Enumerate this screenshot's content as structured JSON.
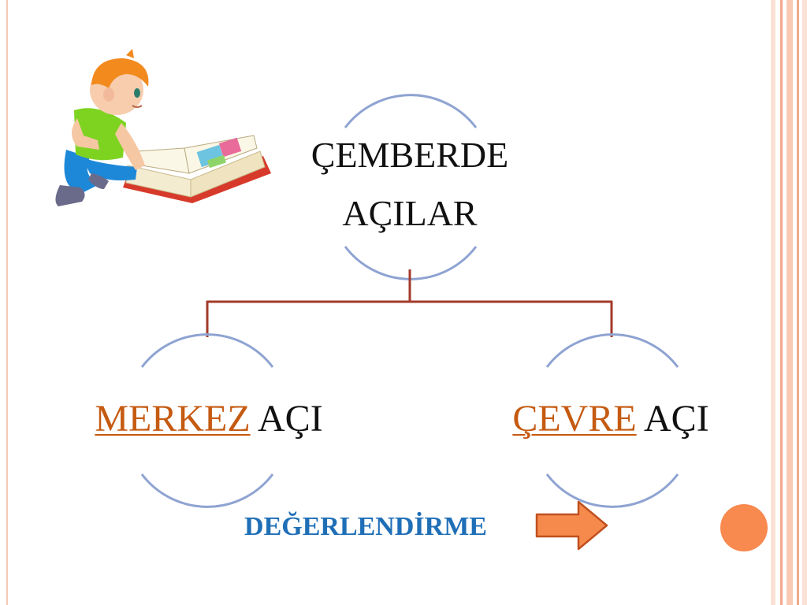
{
  "slide": {
    "title_line1": "ÇEMBERDE",
    "title_line2": "AÇILAR",
    "left_child": {
      "keyword": "MERKEZ",
      "suffix": " AÇI"
    },
    "right_child": {
      "keyword": "ÇEVRE",
      "suffix": " AÇI"
    },
    "evaluation_label": "DEĞERLENDİRME"
  },
  "icons": {
    "arrow": "right-arrow-icon",
    "dot": "orange-circle",
    "illustration": "boy-reading-book"
  },
  "colors": {
    "keyword": "#c55a11",
    "evaluation_label": "#1f6fb7",
    "arc": "#8ea3d2",
    "connector": "#a33a2a",
    "arrow_fill": "#f68a4d",
    "arrow_stroke": "#c0501f",
    "border_light": "#f8c9b3",
    "border_strong": "#f2a989"
  }
}
